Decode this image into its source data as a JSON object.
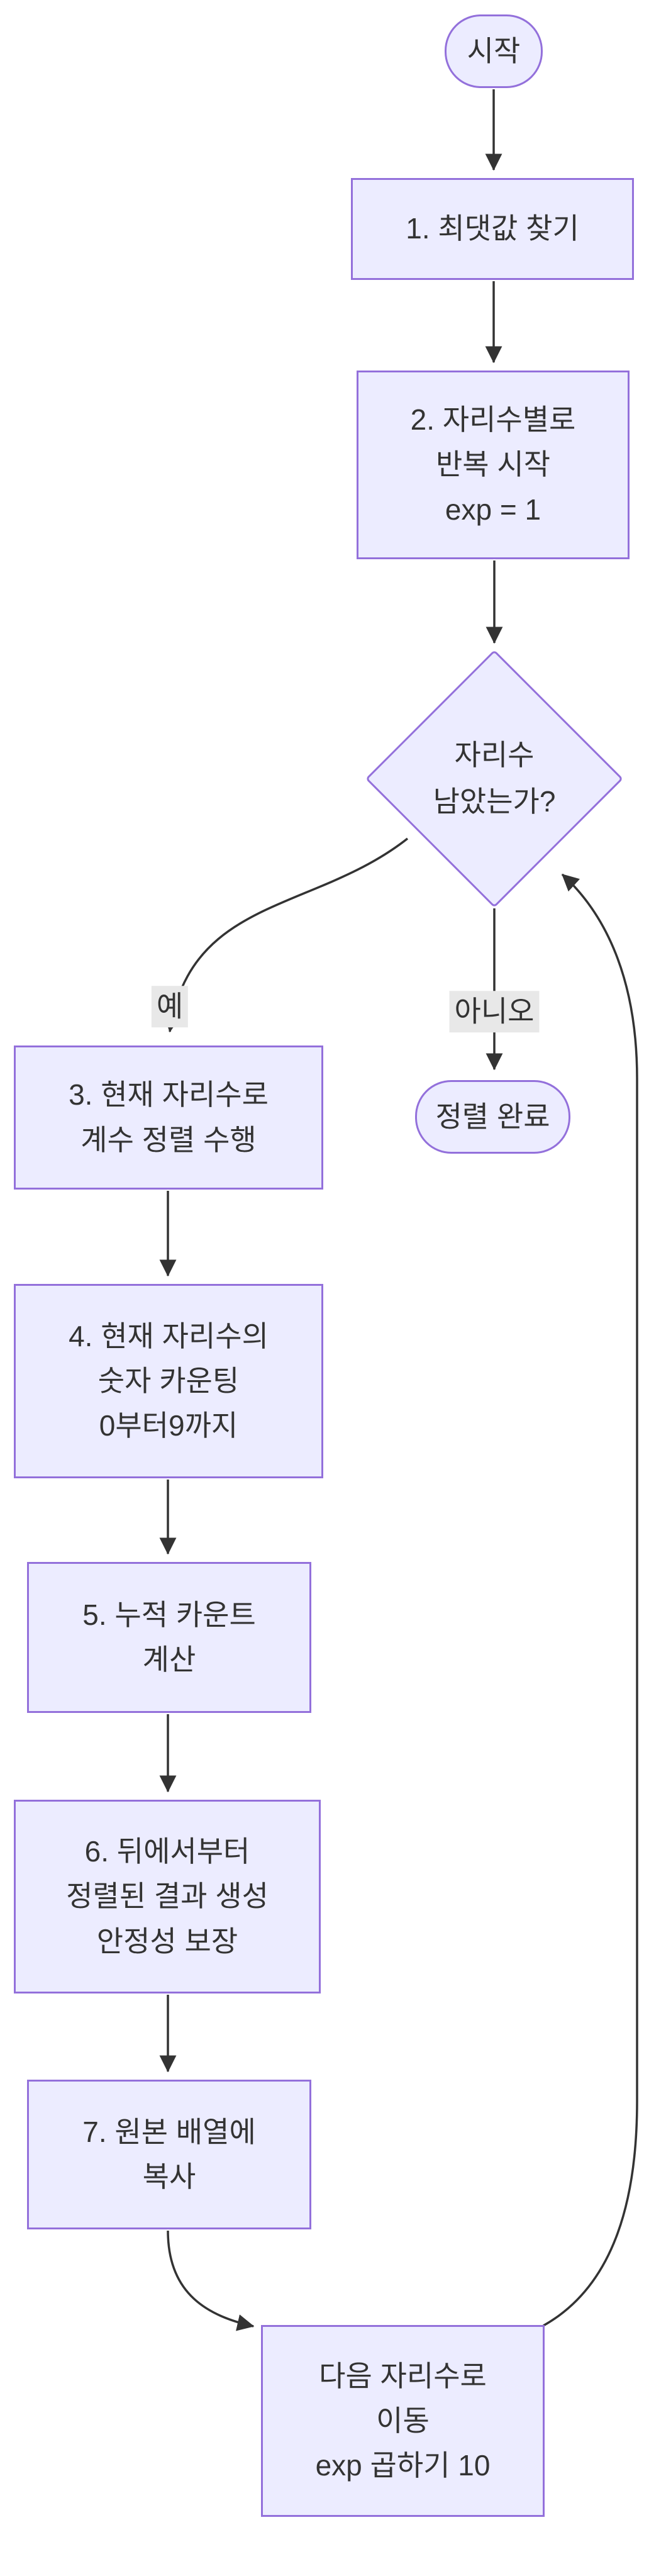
{
  "diagram": {
    "type": "flowchart",
    "background": "#ffffff",
    "colors": {
      "node_fill": "#ECECFF",
      "node_border": "#9370DB",
      "edge_line": "#333333",
      "text": "#333333",
      "edge_label_bg": "#e8e8e8"
    },
    "nodes": {
      "start": {
        "label": "시작"
      },
      "step1": {
        "label": "1. 최댓값 찾기"
      },
      "step2": {
        "lines": [
          "2. 자리수별로",
          "반복 시작",
          "exp = 1"
        ]
      },
      "decision": {
        "lines": [
          "자리수",
          "남았는가?"
        ]
      },
      "done": {
        "label": "정렬 완료"
      },
      "step3": {
        "lines": [
          "3. 현재 자리수로",
          "계수 정렬 수행"
        ]
      },
      "step4": {
        "lines": [
          "4. 현재 자리수의",
          "숫자 카운팅",
          "0부터9까지"
        ]
      },
      "step5": {
        "lines": [
          "5. 누적 카운트",
          "계산"
        ]
      },
      "step6": {
        "lines": [
          "6. 뒤에서부터",
          "정렬된 결과 생성",
          "안정성 보장"
        ]
      },
      "step7": {
        "lines": [
          "7. 원본 배열에",
          "복사"
        ]
      },
      "loopbox": {
        "lines": [
          "다음 자리수로",
          "이동",
          "exp 곱하기 10"
        ]
      }
    },
    "edge_labels": {
      "yes": "예",
      "no": "아니오"
    }
  }
}
